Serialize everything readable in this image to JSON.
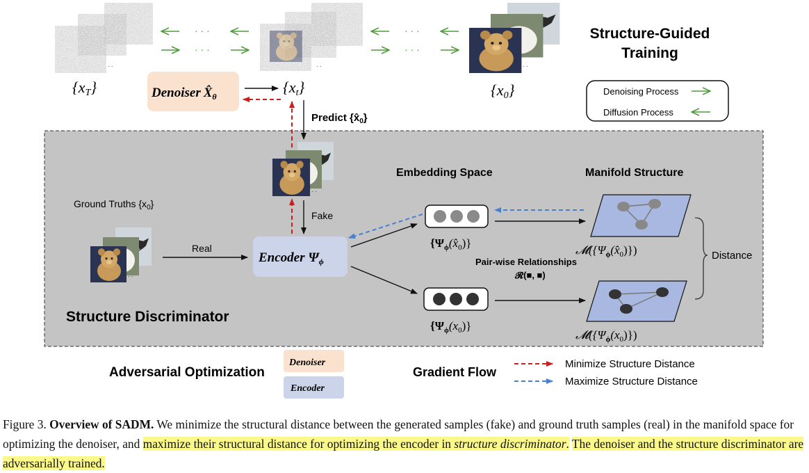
{
  "title": "Structure-Guided Training",
  "title_line1": "Structure-Guided",
  "title_line2": "Training",
  "noise_labels": {
    "xT": "{x",
    "xT_sub": "T",
    "xt": "{x",
    "xt_sub": "t",
    "x0": "{x",
    "x0_sub": "0",
    "close": "}"
  },
  "ellipsis": "· · ·",
  "denoiser_label": "Denoiser",
  "denoiser_symbol": "X̂",
  "denoiser_sub": "θ",
  "predict_label": "Predict {x̂",
  "predict_sub": "0",
  "legend": {
    "denoising": "Denoising Process",
    "diffusion": "Diffusion Process"
  },
  "ground_truths": "Ground Truths {x",
  "ground_truths_sub": "0",
  "real_label": "Real",
  "fake_label": "Fake",
  "encoder_label": "Encoder",
  "encoder_symbol": "Ψ",
  "encoder_sub": "ϕ",
  "embedding_space": "Embedding Space",
  "manifold_structure": "Manifold Structure",
  "psi_hat": "{Ψ",
  "psi_hat_arg": "(x̂",
  "psi_hat_arg_sub": "0",
  "psi_real_arg": "(x",
  "psi_real_arg_sub": "0",
  "manifold_hat": "𝓜({Ψ",
  "manifold_real": "𝓜({Ψ",
  "pairwise_label": "Pair-wise Relationships",
  "pairwise_formula": "𝓡(■, ■)",
  "distance_label": "Distance",
  "structure_discriminator": "Structure Discriminator",
  "adversarial_optimization": "Adversarial Optimization",
  "adv_denoiser": "Denoiser",
  "adv_encoder": "Encoder",
  "gradient_flow": "Gradient Flow",
  "minimize_label": "Minimize Structure Distance",
  "maximize_label": "Maximize Structure Distance",
  "caption": {
    "prefix": "Figure 3.",
    "bold": "Overview of SADM.",
    "text1": "We minimize the structural distance between the generated samples (fake) and ground truth samples (real) in the manifold space for optimizing the denoiser, and ",
    "hl1": "maximize their structural distance for optimizing the encoder in ",
    "hl1_italic": "structure discriminator",
    "hl1_end": ".",
    "hl2": "The denoiser and the structure discriminator are adversarially trained."
  },
  "colors": {
    "green_arrow": "#4f9a3a",
    "red_dashed": "#c8201e",
    "blue_dashed": "#4a7fd0",
    "denoiser_box": "#fbe2cf",
    "encoder_box": "#ccd4ea",
    "discriminator_bg": "#c4c4c4",
    "manifold_fill": "#a9b8e0",
    "highlight": "#fbf98a"
  }
}
